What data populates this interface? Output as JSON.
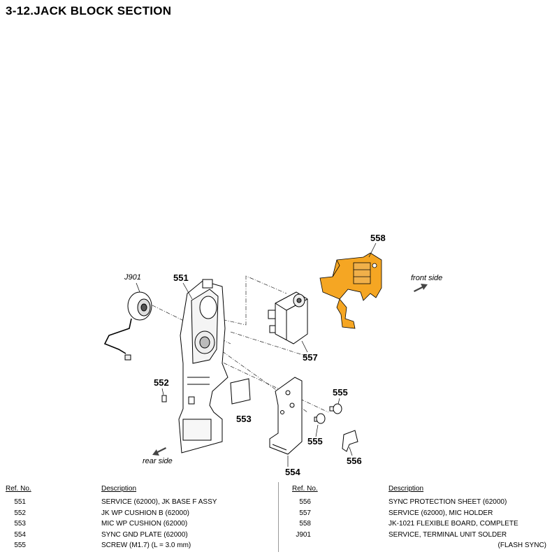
{
  "title": "3-12.JACK  BLOCK  SECTION",
  "diagram": {
    "labels": {
      "j901": "J901",
      "p551": "551",
      "p552": "552",
      "p553": "553",
      "p554": "554",
      "p555a": "555",
      "p555b": "555",
      "p556": "556",
      "p557": "557",
      "p558": "558",
      "front_side": "front side",
      "rear_side": "rear side"
    },
    "colors": {
      "highlight": "#F5A623",
      "line": "#000000"
    }
  },
  "table": {
    "ref_header": "Ref. No.",
    "desc_header": "Description",
    "left": [
      {
        "ref": "551",
        "desc": "SERVICE (62000), JK BASE F ASSY"
      },
      {
        "ref": "552",
        "desc": "JK WP CUSHION B (62000)"
      },
      {
        "ref": "553",
        "desc": "MIC WP CUSHION (62000)"
      },
      {
        "ref": "554",
        "desc": "SYNC GND PLATE (62000)"
      },
      {
        "ref": "555",
        "desc": "SCREW (M1.7) (L = 3.0 mm)"
      }
    ],
    "right": [
      {
        "ref": "556",
        "desc": "SYNC PROTECTION SHEET (62000)"
      },
      {
        "ref": "557",
        "desc": "SERVICE (62000), MIC HOLDER"
      },
      {
        "ref": "558",
        "desc": "JK-1021 FLEXIBLE BOARD, COMPLETE"
      },
      {
        "ref": "J901",
        "desc": "SERVICE, TERMINAL UNIT SOLDER"
      }
    ],
    "continuation": "(FLASH SYNC)"
  }
}
